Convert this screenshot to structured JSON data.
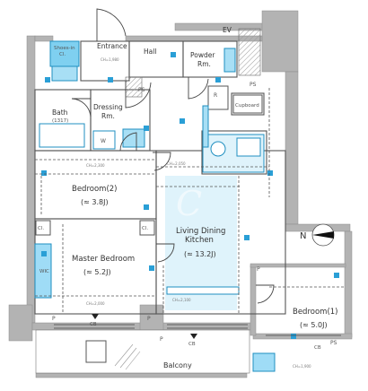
{
  "floorplan": {
    "rooms": {
      "entrance": {
        "name": "Entrance"
      },
      "hall": {
        "name": "Hall"
      },
      "ev": {
        "name": "EV"
      },
      "shoes_in_cl": {
        "line1": "Shoes-in",
        "line2": "Cl."
      },
      "powder_rm": {
        "line1": "Powder",
        "line2": "Rm."
      },
      "ps_top": {
        "name": "PS"
      },
      "ps_hall": {
        "name": "PS"
      },
      "ps_right": {
        "name": "PS"
      },
      "bath": {
        "name": "Bath",
        "size": "(1317)"
      },
      "dressing_rm": {
        "line1": "Dressing",
        "line2": "Rm."
      },
      "cupboard": {
        "name": "Cupboard"
      },
      "wm": {
        "name": "W"
      },
      "r_mark": {
        "name": "R"
      },
      "bedroom2": {
        "name": "Bedroom(2)",
        "area": "(≈ 3.8J)"
      },
      "cl_left": {
        "name": "Cl."
      },
      "cl_mid": {
        "name": "Cl."
      },
      "wic": {
        "name": "WIC"
      },
      "master_bedroom": {
        "name": "Master Bedroom",
        "area": "(≈ 5.2J)"
      },
      "ldk": {
        "line1": "Living Dining",
        "line2": "Kitchen",
        "area": "(≈ 13.2J)"
      },
      "bedroom1": {
        "name": "Bedroom(1)",
        "area": "(≈ 5.0J)"
      },
      "balcony": {
        "name": "Balcony"
      },
      "p_marks": [
        "P",
        "P",
        "P",
        "P"
      ],
      "cb_marks": [
        "CB",
        "CB",
        "CB"
      ]
    },
    "ceiling_notes": {
      "n1": "CH=1,980",
      "n2": "CH=2,300",
      "n3": "CH=2,050",
      "n4": "CH=2,000",
      "n5": "CH=2,100",
      "n6": "CH=1,900"
    },
    "compass": {
      "label": "N"
    }
  }
}
